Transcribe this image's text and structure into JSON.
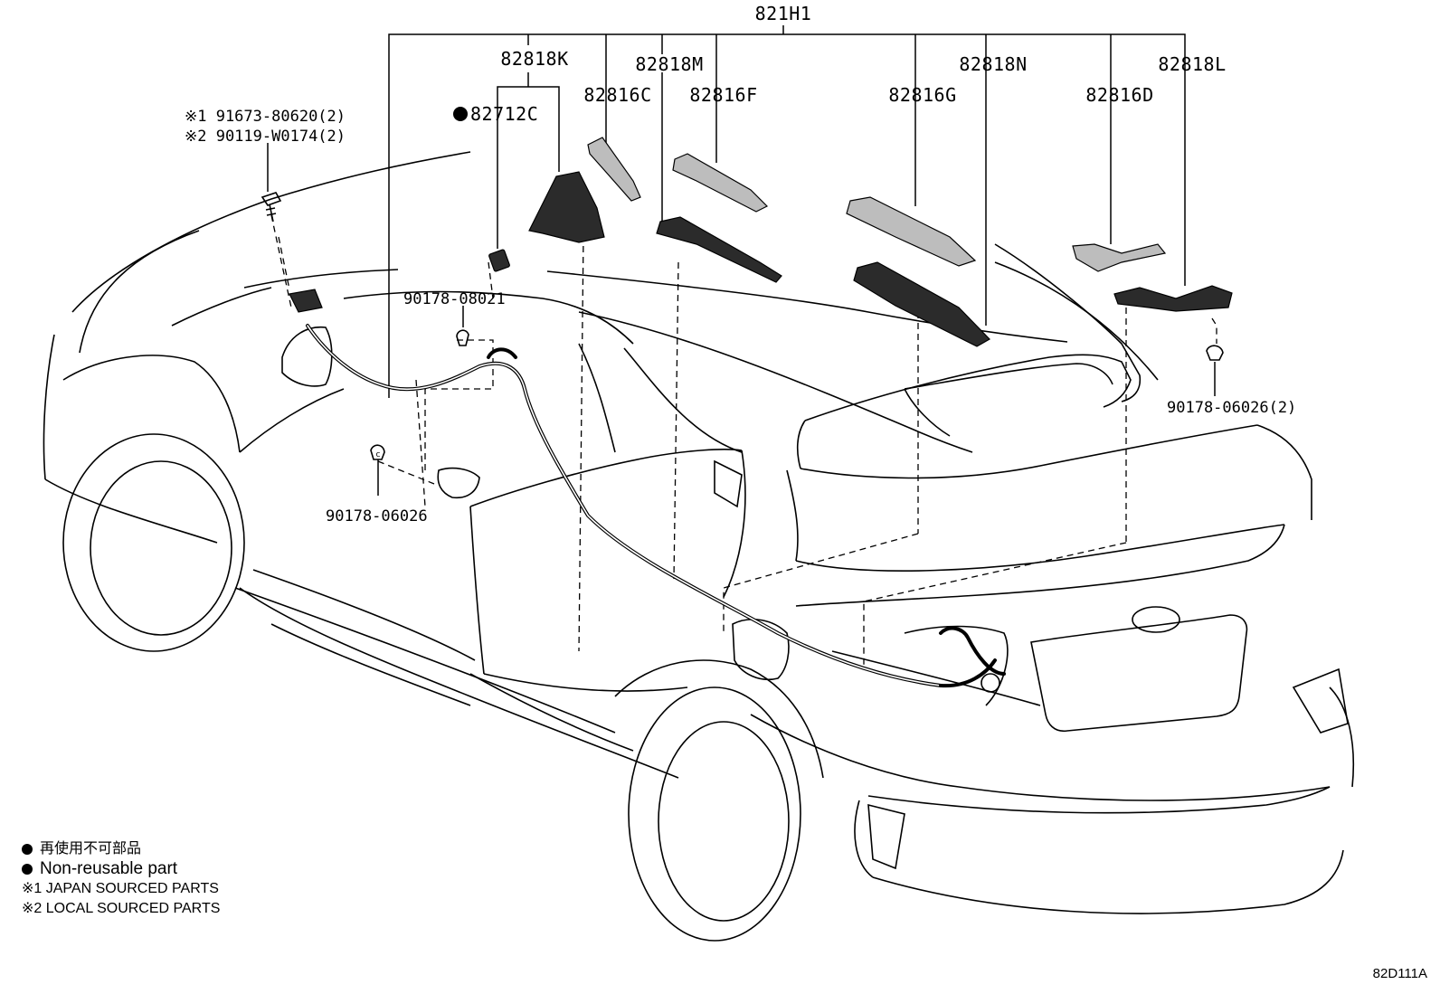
{
  "title_part": "821H1",
  "labels": {
    "p82818K": "82818K",
    "p82818M": "82818M",
    "p82818N": "82818N",
    "p82818L": "82818L",
    "p82712C": "82712C",
    "p82816C": "82816C",
    "p82816F": "82816F",
    "p82816G": "82816G",
    "p82816D": "82816D",
    "japan_ref": "※1 91673-80620(2)",
    "local_ref": "※2 90119-W0174(2)",
    "p90178_08021": "90178-08021",
    "p90178_06026": "90178-06026",
    "p90178_06026_2": "90178-06026(2)"
  },
  "legend": {
    "line1": "再使用不可部品",
    "line2": "Non-reusable part",
    "line3": "※1 JAPAN SOURCED PARTS",
    "line4": "※2 LOCAL SOURCED PARTS"
  },
  "diagram_code": "82D111A"
}
